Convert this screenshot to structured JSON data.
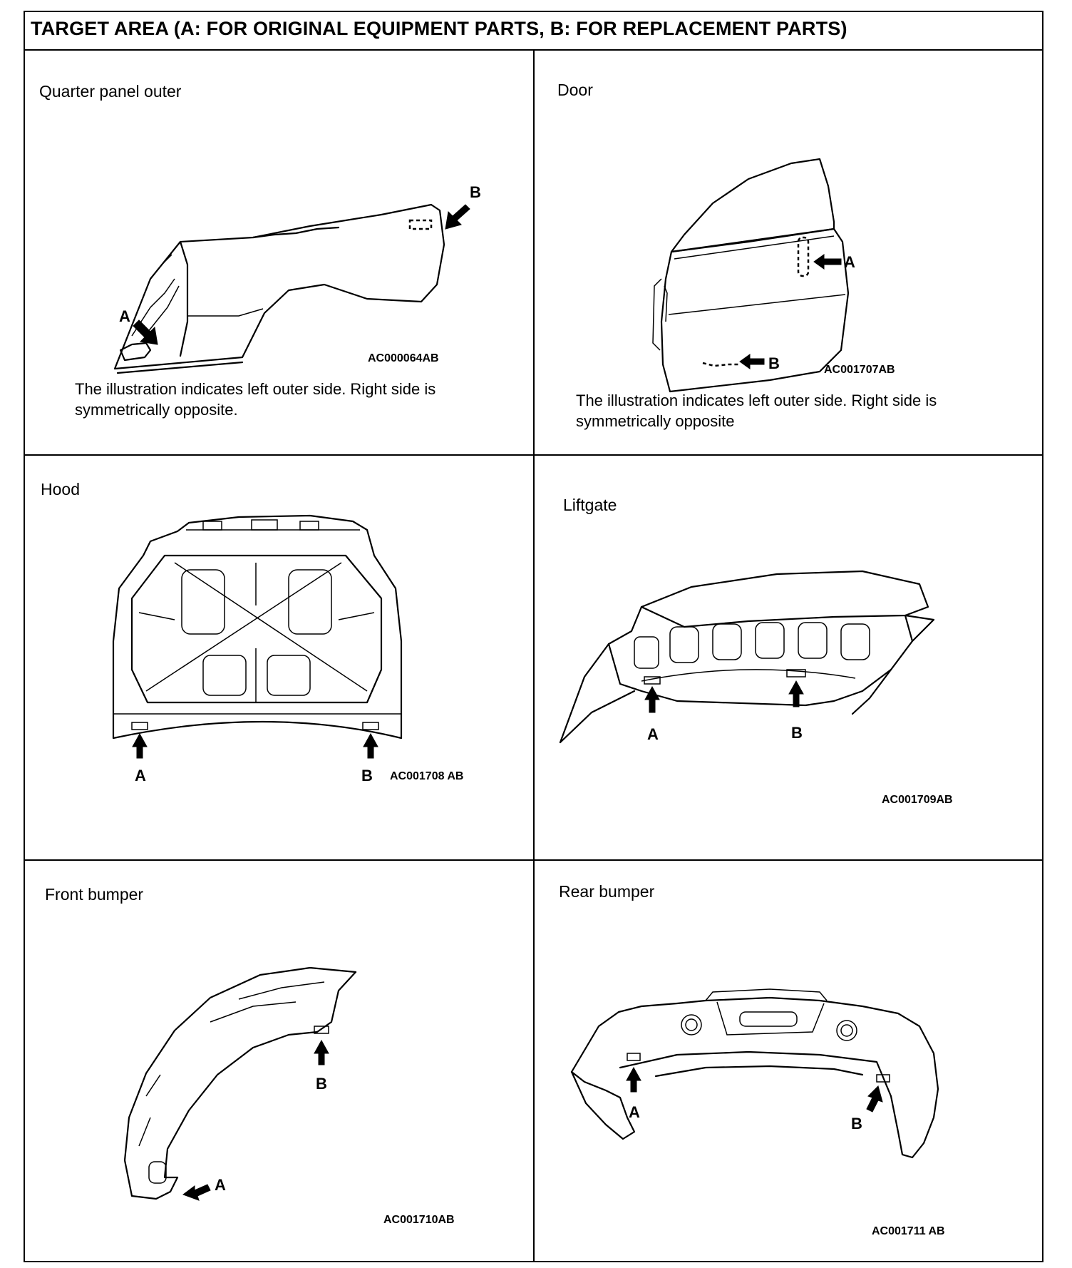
{
  "header": {
    "title": "TARGET AREA (A: FOR ORIGINAL EQUIPMENT PARTS, B: FOR REPLACEMENT PARTS)"
  },
  "labels": {
    "a": "A",
    "b": "B"
  },
  "panels": {
    "quarter": {
      "title": "Quarter panel outer",
      "code": "AC000064AB",
      "note_line1": "The illustration indicates left outer side. Right side is",
      "note_line2": "symmetrically  opposite."
    },
    "door": {
      "title": "Door",
      "code": "AC001707AB",
      "note_line1": "The illustration indicates left outer side. Right side is",
      "note_line2": "symmetrically opposite"
    },
    "hood": {
      "title": "Hood",
      "code": "AC001708 AB"
    },
    "liftgate": {
      "title": "Liftgate",
      "code": "AC001709AB"
    },
    "front_bumper": {
      "title": "Front bumper",
      "code": "AC001710AB"
    },
    "rear_bumper": {
      "title": "Rear bumper",
      "code": "AC001711 AB"
    }
  }
}
